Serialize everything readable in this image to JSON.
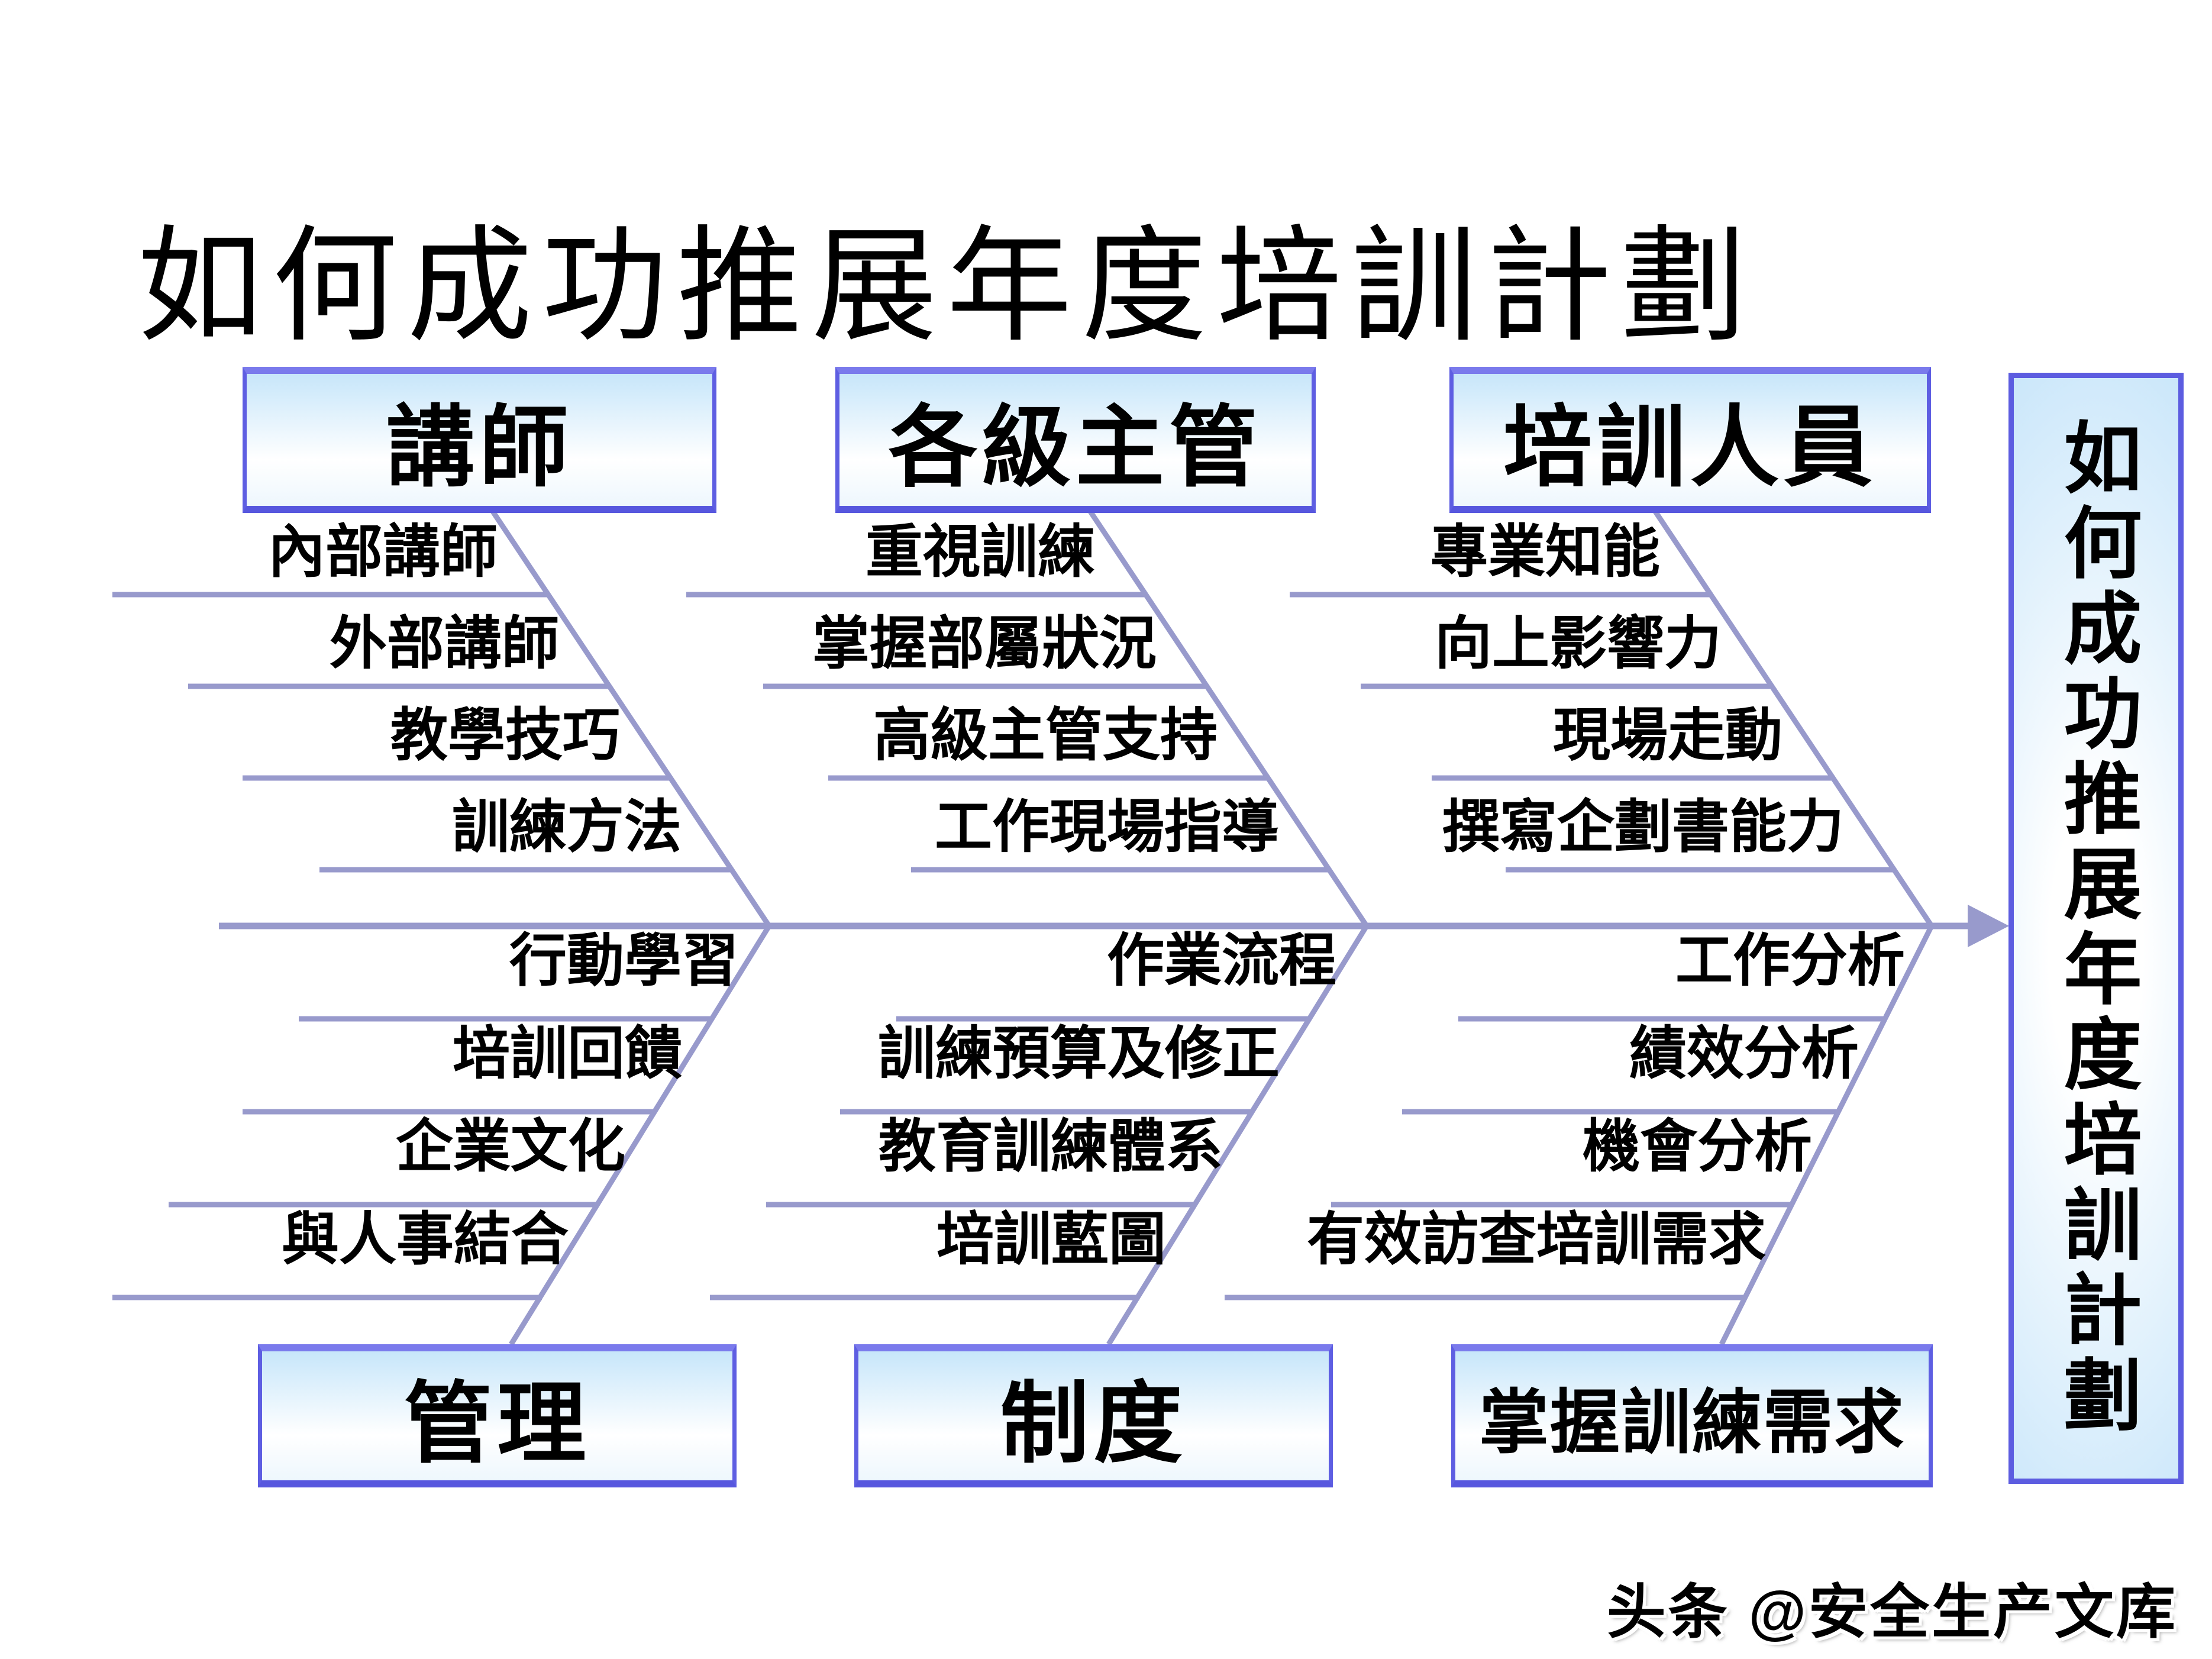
{
  "title": "如何成功推展年度培訓計劃",
  "effect": {
    "label": "如何成功推展年度培訓計劃"
  },
  "watermark": "头条 @安全生产文库",
  "colors": {
    "line": "#989acc",
    "box_border": "#5e5ee2",
    "box_fill_top": "#c7e6fa",
    "text": "#000000"
  },
  "branches": [
    {
      "name": "講師",
      "position": "top",
      "items": [
        "內部講師",
        "外部講師",
        "教學技巧",
        "訓練方法"
      ]
    },
    {
      "name": "各級主管",
      "position": "top",
      "items": [
        "重視訓練",
        "掌握部屬狀況",
        "高級主管支持",
        "工作現場指導"
      ]
    },
    {
      "name": "培訓人員",
      "position": "top",
      "items": [
        "專業知能",
        "向上影響力",
        "現場走動",
        "撰寫企劃書能力"
      ]
    },
    {
      "name": "管理",
      "position": "bottom",
      "items": [
        "行動學習",
        "培訓回饋",
        "企業文化",
        "與人事結合"
      ]
    },
    {
      "name": "制度",
      "position": "bottom",
      "items": [
        "作業流程",
        "訓練預算及修正",
        "教育訓練體系",
        "培訓藍圖"
      ]
    },
    {
      "name": "掌握訓練需求",
      "position": "bottom",
      "items": [
        "工作分析",
        "績效分析",
        "機會分析",
        "有效訪查培訓需求"
      ]
    }
  ]
}
